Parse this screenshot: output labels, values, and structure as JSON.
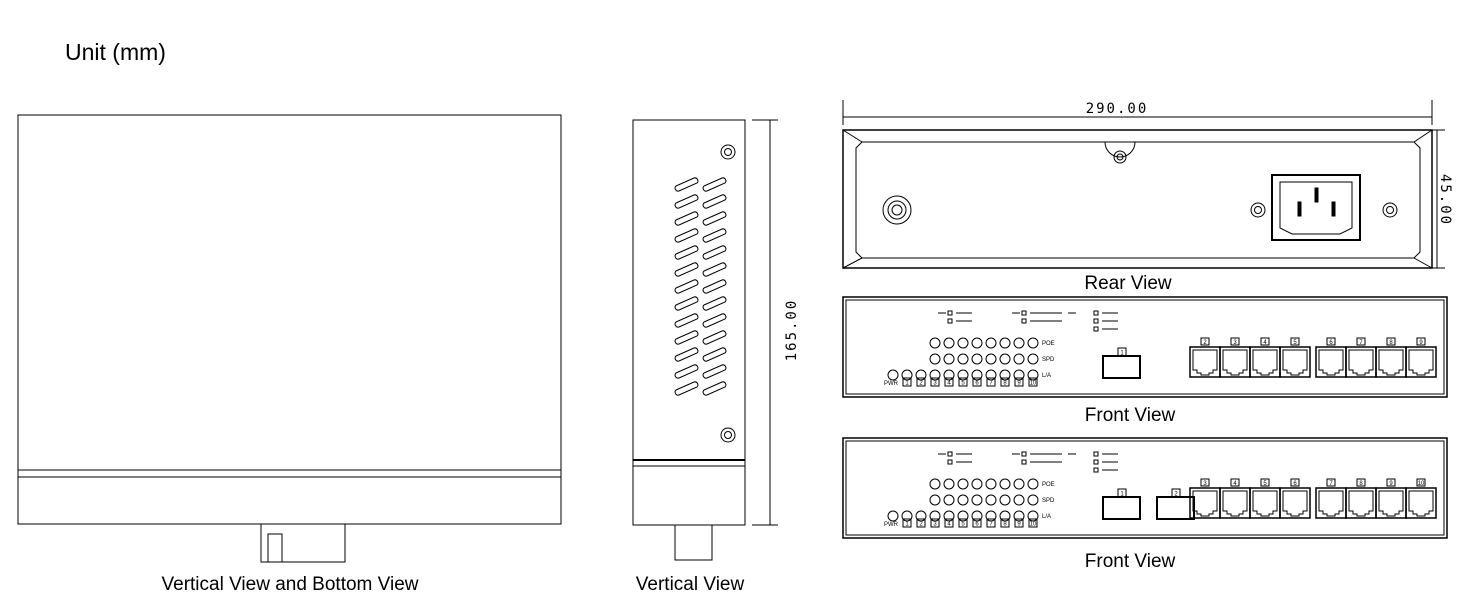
{
  "unit_label": "Unit (mm)",
  "views": {
    "bottom": {
      "caption": "Vertical View and Bottom View"
    },
    "side": {
      "caption": "Vertical View",
      "height_dim": "165.00"
    },
    "rear": {
      "caption": "Rear View",
      "width_dim": "290.00",
      "depth_dim": "45.00"
    },
    "front1": {
      "caption": "Front View",
      "sfp_ports": [
        "1"
      ],
      "rj45_ports": [
        "2",
        "3",
        "4",
        "5",
        "6",
        "7",
        "8",
        "9"
      ]
    },
    "front2": {
      "caption": "Front View",
      "sfp_ports": [
        "1",
        "2"
      ],
      "rj45_ports": [
        "3",
        "4",
        "5",
        "6",
        "7",
        "8",
        "9",
        "10"
      ]
    }
  },
  "led_panel": {
    "row_labels": [
      "POE",
      "SPD",
      "L/A"
    ],
    "pwr_label": "PWR",
    "port_numbers": [
      "1",
      "2",
      "3",
      "4",
      "5",
      "6",
      "7",
      "8",
      "9",
      "10"
    ]
  }
}
